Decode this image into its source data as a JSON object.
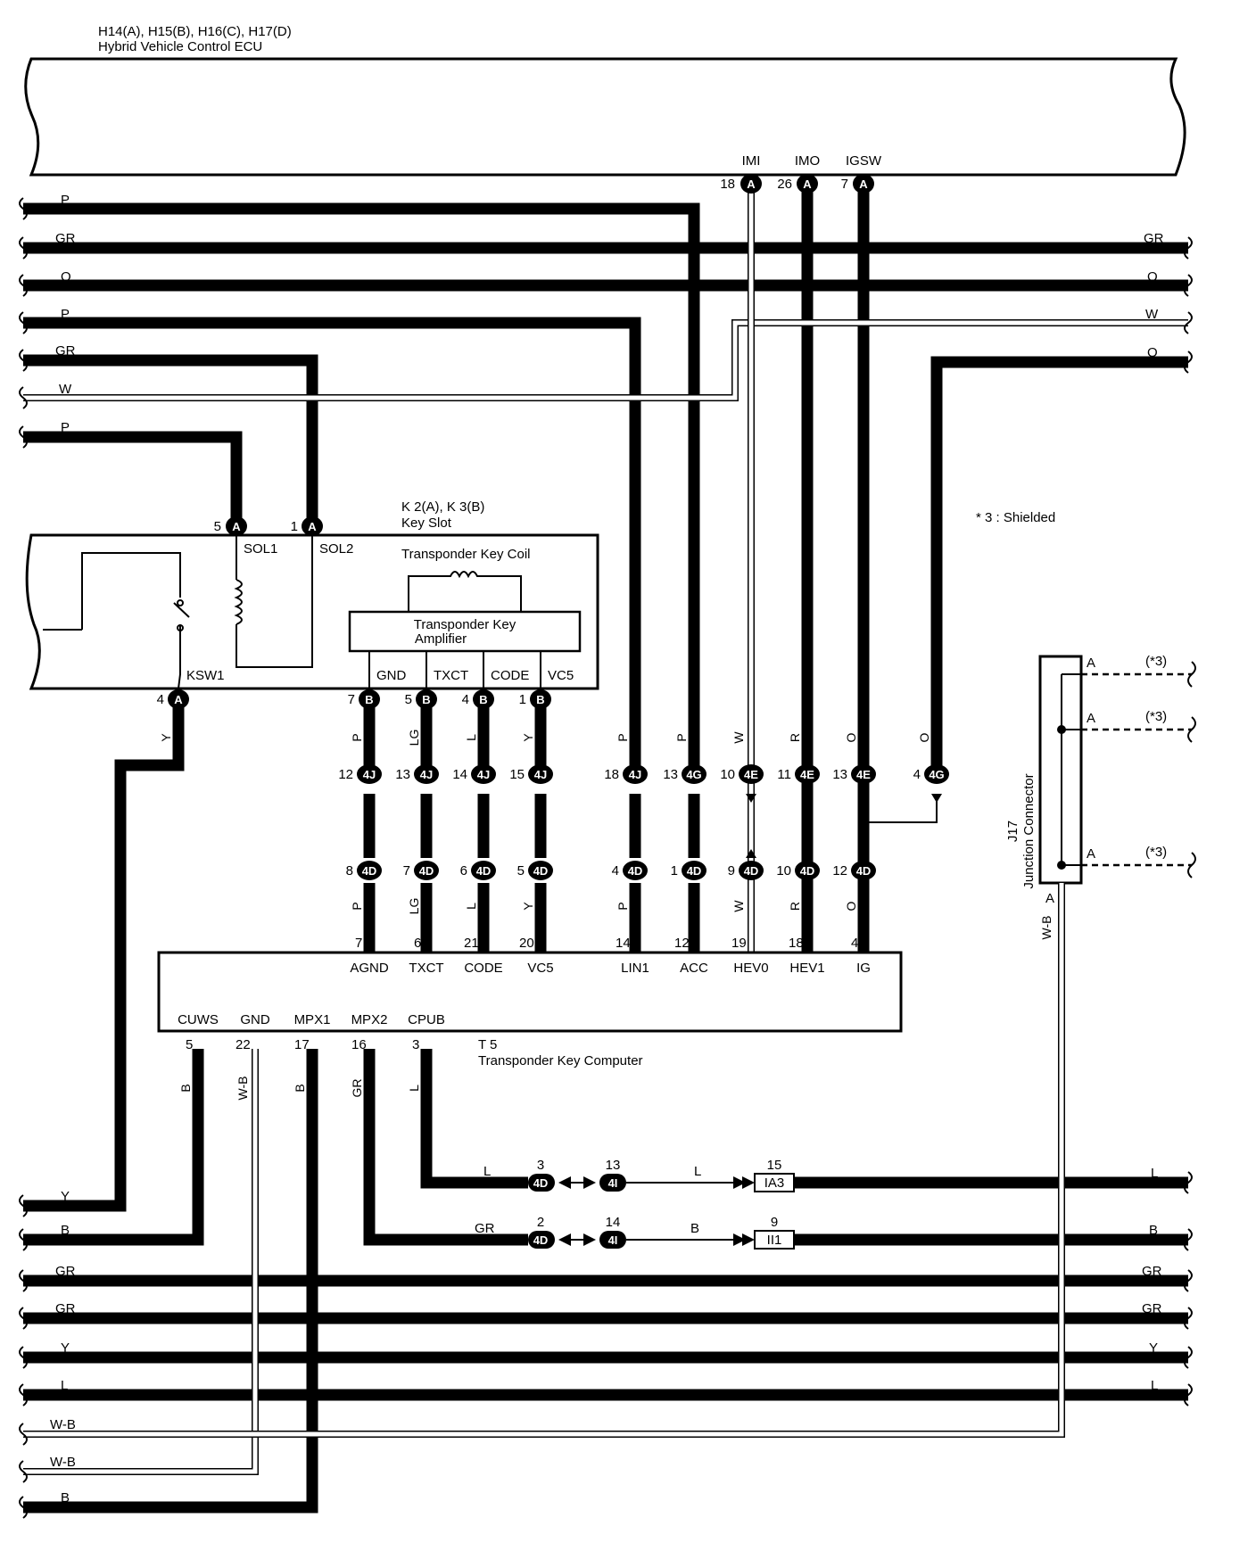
{
  "ecu": {
    "title": "H14(A), H15(B), H16(C), H17(D)",
    "subtitle": "Hybrid Vehicle Control ECU",
    "pins": [
      {
        "name": "IMI",
        "num": "18",
        "conn": "A"
      },
      {
        "name": "IMO",
        "num": "26",
        "conn": "A"
      },
      {
        "name": "IGSW",
        "num": "7",
        "conn": "A"
      }
    ]
  },
  "left_wires_top": [
    "P",
    "GR",
    "O",
    "P",
    "GR",
    "W",
    "P"
  ],
  "right_wires_top": [
    "GR",
    "O",
    "W",
    "O"
  ],
  "key_slot": {
    "title": "K 2(A), K 3(B)",
    "subtitle": "Key Slot",
    "sol1": "SOL1",
    "sol2": "SOL2",
    "sol1_pin": "5",
    "sol2_pin": "1",
    "conn_a": "A",
    "coil": "Transponder Key Coil",
    "amp_line1": "Transponder Key",
    "amp_line2": "Amplifier",
    "ksw": "KSW1",
    "ksw_pin": "4",
    "bottom_pins": [
      {
        "name": "GND",
        "num": "7",
        "conn": "B"
      },
      {
        "name": "TXCT",
        "num": "5",
        "conn": "B"
      },
      {
        "name": "CODE",
        "num": "4",
        "conn": "B"
      },
      {
        "name": "VC5",
        "num": "1",
        "conn": "B"
      }
    ]
  },
  "shield_note": "* 3 : Shielded",
  "mid_wire_colors": [
    "P",
    "LG",
    "L",
    "Y",
    "P",
    "P",
    "W",
    "R",
    "O",
    "O"
  ],
  "ksw_wire_color": "Y",
  "junction_upper": [
    {
      "num": "12",
      "conn": "4J"
    },
    {
      "num": "13",
      "conn": "4J"
    },
    {
      "num": "14",
      "conn": "4J"
    },
    {
      "num": "15",
      "conn": "4J"
    },
    {
      "num": "18",
      "conn": "4J"
    },
    {
      "num": "13",
      "conn": "4G"
    },
    {
      "num": "10",
      "conn": "4E"
    },
    {
      "num": "11",
      "conn": "4E"
    },
    {
      "num": "13",
      "conn": "4E"
    },
    {
      "num": "4",
      "conn": "4G"
    }
  ],
  "junction_lower": [
    {
      "num": "8",
      "conn": "4D"
    },
    {
      "num": "7",
      "conn": "4D"
    },
    {
      "num": "6",
      "conn": "4D"
    },
    {
      "num": "5",
      "conn": "4D"
    },
    {
      "num": "4",
      "conn": "4D"
    },
    {
      "num": "1",
      "conn": "4D"
    },
    {
      "num": "9",
      "conn": "4D"
    },
    {
      "num": "10",
      "conn": "4D"
    },
    {
      "num": "12",
      "conn": "4D"
    }
  ],
  "lower_wire_colors": [
    "P",
    "LG",
    "L",
    "Y",
    "W",
    "R",
    "O"
  ],
  "tkc": {
    "title": "T 5",
    "subtitle": "Transponder Key Computer",
    "top_pins": [
      {
        "name": "AGND",
        "num": "7"
      },
      {
        "name": "TXCT",
        "num": "6"
      },
      {
        "name": "CODE",
        "num": "21"
      },
      {
        "name": "VC5",
        "num": "20"
      },
      {
        "name": "LIN1",
        "num": "14"
      },
      {
        "name": "ACC",
        "num": "12"
      },
      {
        "name": "HEV0",
        "num": "19"
      },
      {
        "name": "HEV1",
        "num": "18"
      },
      {
        "name": "IG",
        "num": "4"
      }
    ],
    "bottom_pins": [
      {
        "name": "CUWS",
        "num": "5",
        "color": "B"
      },
      {
        "name": "GND",
        "num": "22",
        "color": "W-B"
      },
      {
        "name": "MPX1",
        "num": "17",
        "color": "B"
      },
      {
        "name": "MPX2",
        "num": "16",
        "color": "GR"
      },
      {
        "name": "CPUB",
        "num": "3",
        "color": "L"
      }
    ]
  },
  "j17": {
    "title": "J17",
    "subtitle": "Junction Connector",
    "pins": [
      "A",
      "A",
      "A",
      "A"
    ],
    "shield": "(*3)",
    "wire": "W-B"
  },
  "cpub_path": {
    "c1_num": "3",
    "c1": "4D",
    "c2_num": "13",
    "c2": "4I",
    "c3_num": "15",
    "c3": "IA3",
    "color": "L"
  },
  "mpx2_path": {
    "c1_num": "2",
    "c1": "4D",
    "c2_num": "14",
    "c2": "4I",
    "c3_num": "9",
    "c3": "II1",
    "color_left": "GR",
    "color_right": "B"
  },
  "left_wires_bottom": [
    "Y",
    "B",
    "GR",
    "GR",
    "Y",
    "L",
    "W-B",
    "W-B",
    "B"
  ],
  "right_wires_bottom": [
    "L",
    "B",
    "GR",
    "GR",
    "Y",
    "L"
  ],
  "colors": {
    "ink": "#000000",
    "paper": "#ffffff"
  }
}
